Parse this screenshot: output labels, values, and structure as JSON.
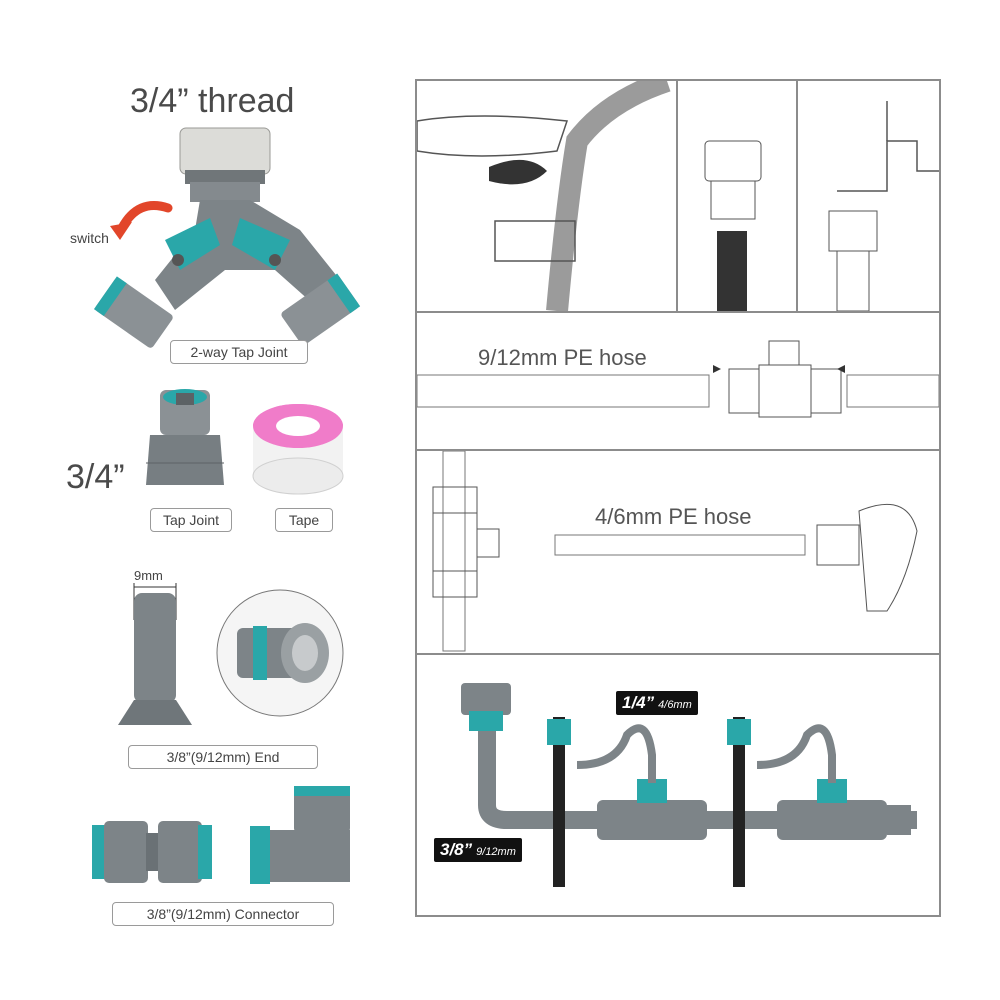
{
  "left_column": {
    "thread_title": "3/4” thread",
    "switch_label": "switch",
    "two_way_label": "2-way Tap Joint",
    "size_label": "3/4”",
    "tap_joint_label": "Tap Joint",
    "tape_label": "Tape",
    "dimension_label": "9mm",
    "end_label": "3/8”(9/12mm) End",
    "connector_label": "3/8”(9/12mm) Connector"
  },
  "right_column": {
    "hose_large_label": "9/12mm PE hose",
    "hose_small_label": "4/6mm PE hose",
    "badge_small_main": "1/4”",
    "badge_small_sub": "4/6mm",
    "badge_large_main": "3/8”",
    "badge_large_sub": "9/12mm"
  },
  "colors": {
    "gray_part": "#7d8488",
    "teal_accent": "#2aa7a9",
    "panel_border": "#8c8c8c",
    "hose_gray": "#9b9b9b",
    "arrow_red": "#e2462a",
    "tape_pink": "#f07cc9"
  }
}
